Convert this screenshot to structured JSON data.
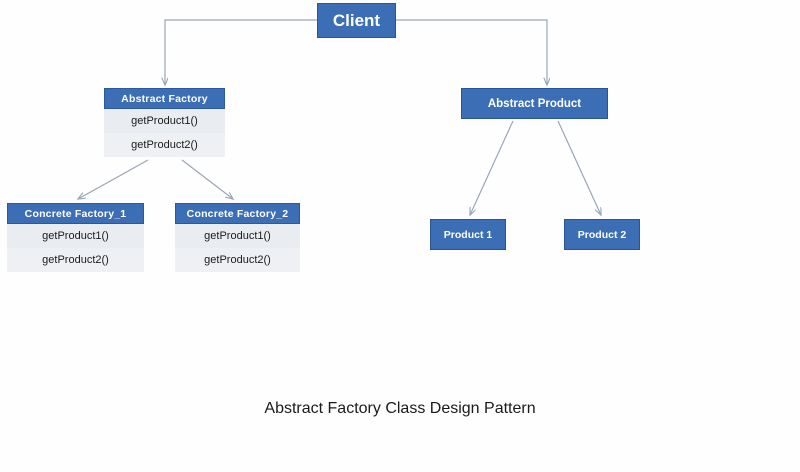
{
  "diagram": {
    "caption": "Abstract Factory Class Design Pattern",
    "colors": {
      "box_fill": "#3b6eb5",
      "box_border": "#2a5594",
      "row_fill": "#e9ecf1",
      "row_fill_alt": "#eef0f4",
      "connector": "#9aa6b4",
      "text_light": "#ffffff",
      "text_dark": "#1b1b1b",
      "background": "#fefeff"
    },
    "nodes": {
      "client": {
        "title": "Client"
      },
      "abstract_factory": {
        "title": "Abstract Factory",
        "methods": [
          "getProduct1()",
          "getProduct2()"
        ]
      },
      "concrete_factory_1": {
        "title": "Concrete Factory_1",
        "methods": [
          "getProduct1()",
          "getProduct2()"
        ]
      },
      "concrete_factory_2": {
        "title": "Concrete Factory_2",
        "methods": [
          "getProduct1()",
          "getProduct2()"
        ]
      },
      "abstract_product": {
        "title": "Abstract Product"
      },
      "product_1": {
        "title": "Product 1"
      },
      "product_2": {
        "title": "Product 2"
      }
    },
    "connectors": [
      {
        "from": "client",
        "to": "abstract_factory",
        "style": "elbow"
      },
      {
        "from": "client",
        "to": "abstract_product",
        "style": "elbow"
      },
      {
        "from": "abstract_factory",
        "to": "concrete_factory_1",
        "style": "diagonal"
      },
      {
        "from": "abstract_factory",
        "to": "concrete_factory_2",
        "style": "diagonal"
      },
      {
        "from": "abstract_product",
        "to": "product_1",
        "style": "diagonal"
      },
      {
        "from": "abstract_product",
        "to": "product_2",
        "style": "diagonal"
      }
    ]
  }
}
